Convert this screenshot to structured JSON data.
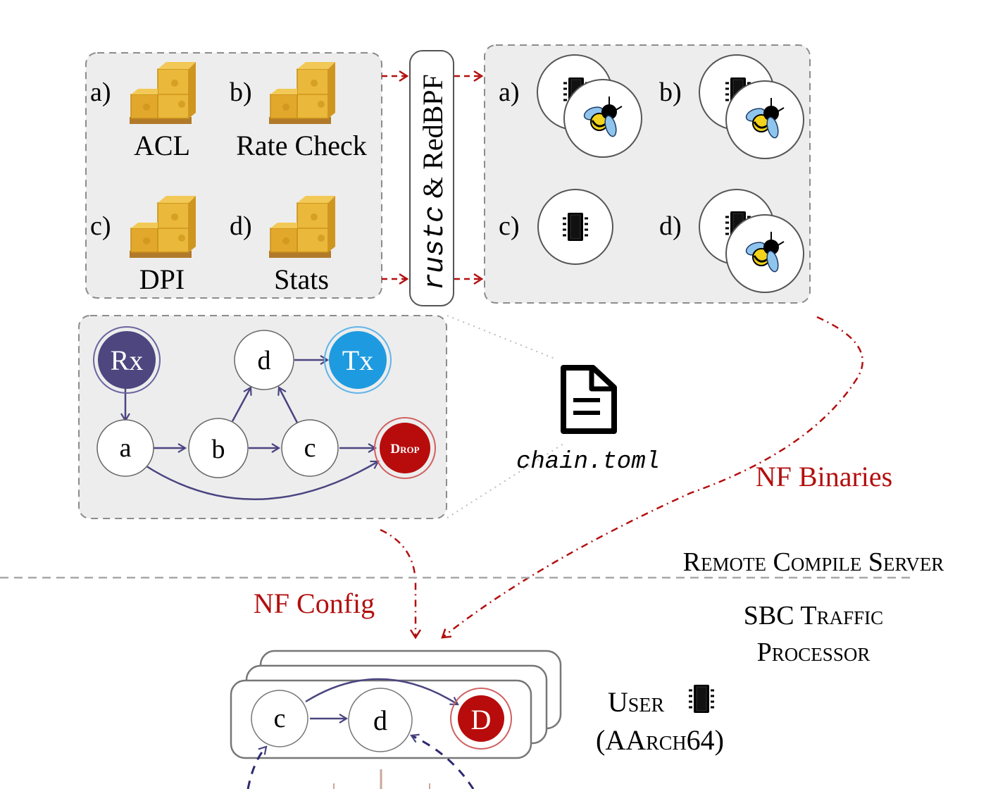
{
  "colors": {
    "panel_fill": "#ededed",
    "panel_border": "#8c8c8c",
    "red_accent": "#b30f0f",
    "navy_edge": "#4a4580",
    "rx_fill": "#4d467f",
    "tx_fill": "#1e9be0",
    "drop_fill": "#b80c0c",
    "crate_yellow": "#e6b235"
  },
  "crates_panel": {
    "items": [
      {
        "letter": "a)",
        "name": "ACL"
      },
      {
        "letter": "b)",
        "name": "Rate Check"
      },
      {
        "letter": "c)",
        "name": "DPI"
      },
      {
        "letter": "d)",
        "name": "Stats"
      }
    ]
  },
  "compiler": {
    "mono": "rustc",
    "rest": " & RedBPF"
  },
  "binaries_panel": {
    "items": [
      {
        "letter": "a)",
        "icons": [
          "chip-icon",
          "bee-icon"
        ]
      },
      {
        "letter": "b)",
        "icons": [
          "chip-icon",
          "bee-icon"
        ]
      },
      {
        "letter": "c)",
        "icons": [
          "chip-icon"
        ]
      },
      {
        "letter": "d)",
        "icons": [
          "chip-icon",
          "bee-icon"
        ]
      }
    ]
  },
  "graph_panel": {
    "nodes": {
      "rx": "Rx",
      "tx": "Tx",
      "drop": "Drop",
      "a": "a",
      "b": "b",
      "c": "c",
      "d": "d"
    }
  },
  "config_file": {
    "name": "chain.toml"
  },
  "labels": {
    "nf_binaries": "NF Binaries",
    "nf_config": "NF Config",
    "remote_server": "Remote Compile Server",
    "sbc_line1": "SBC Traffic",
    "sbc_line2": "Processor",
    "user": "User",
    "arch": "(AArch64)"
  },
  "sbc_chain": {
    "nodes": {
      "c": "c",
      "d": "d",
      "drop": "D"
    }
  }
}
